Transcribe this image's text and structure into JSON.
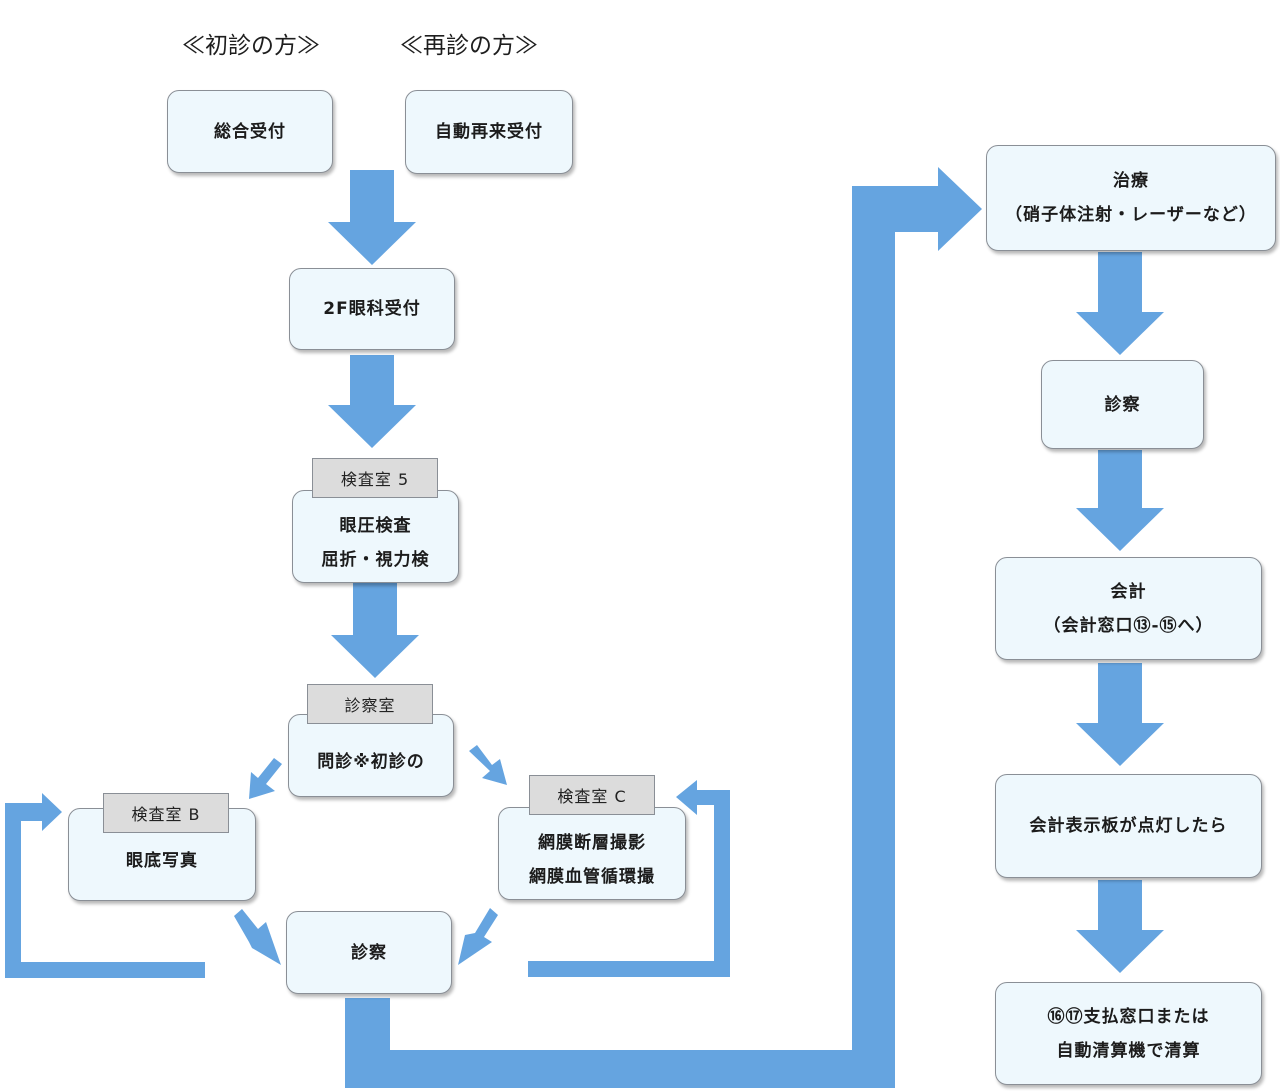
{
  "headings": {
    "first_visit": "≪初診の方≫",
    "return_visit": "≪再診の方≫"
  },
  "nodes": {
    "general_reception": "総合受付",
    "auto_reception": "自動再来受付",
    "ophthalmology_reception": "2F眼科受付",
    "exam_room_5": {
      "tab": "検査室 5",
      "line1": "眼圧検査",
      "line2": "屈折・視力検"
    },
    "consult_room": {
      "tab": "診察室",
      "line1": "問診※初診の"
    },
    "exam_room_b": {
      "tab": "検査室 B",
      "line1": "眼底写真"
    },
    "exam_room_c": {
      "tab": "検査室 C",
      "line1": "網膜断層撮影",
      "line2": "網膜血管循環撮"
    },
    "consultation_left": "診察",
    "treatment": {
      "line1": "治療",
      "line2": "（硝子体注射・レーザーなど）"
    },
    "consultation_right": "診察",
    "accounting": {
      "line1": "会計",
      "line2": "（会計窓口⑬-⑮へ）"
    },
    "board": "会計表示板が点灯したら",
    "payment": {
      "line1": "⑯⑰支払窓口または",
      "line2": "自動清算機で清算"
    }
  },
  "colors": {
    "arrow": "#65a4e0",
    "node_fill": "#eef8fd",
    "tab_fill": "#dcdcdc",
    "border": "#8a8f96"
  }
}
